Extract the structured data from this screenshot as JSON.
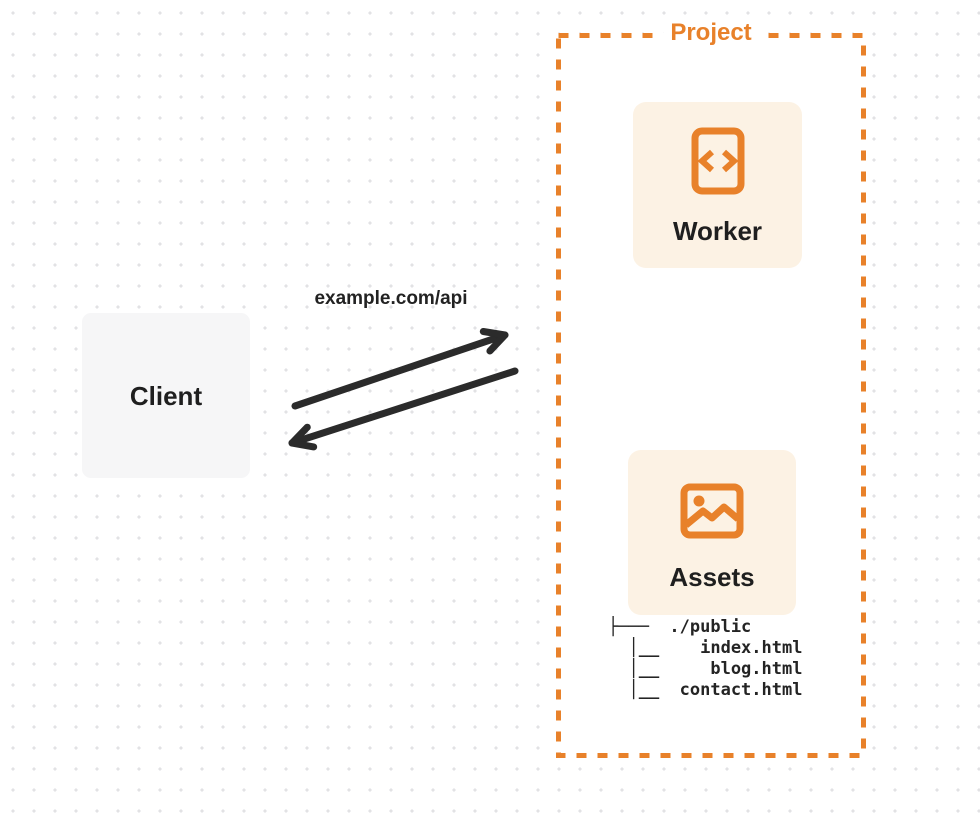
{
  "project": {
    "label": "Project"
  },
  "worker": {
    "label": "Worker",
    "icon": "code-file-icon"
  },
  "assets": {
    "label": "Assets",
    "icon": "image-icon"
  },
  "client": {
    "label": "Client"
  },
  "connection": {
    "endpoint_label": "example.com/api"
  },
  "file_tree": {
    "root": "./public",
    "files": [
      "index.html",
      "blog.html",
      "contact.html"
    ],
    "lines": [
      "├───  ./public",
      "  │__    index.html",
      "  │__     blog.html",
      "  │__  contact.html"
    ]
  },
  "colors": {
    "accent_orange": "#e8812a",
    "card_cream": "#fcf2e4",
    "client_gray": "#f6f6f7",
    "text_dark": "#1f1f1f",
    "arrow_dark": "#2b2b2b",
    "dot_grid": "#e2e2e4"
  }
}
